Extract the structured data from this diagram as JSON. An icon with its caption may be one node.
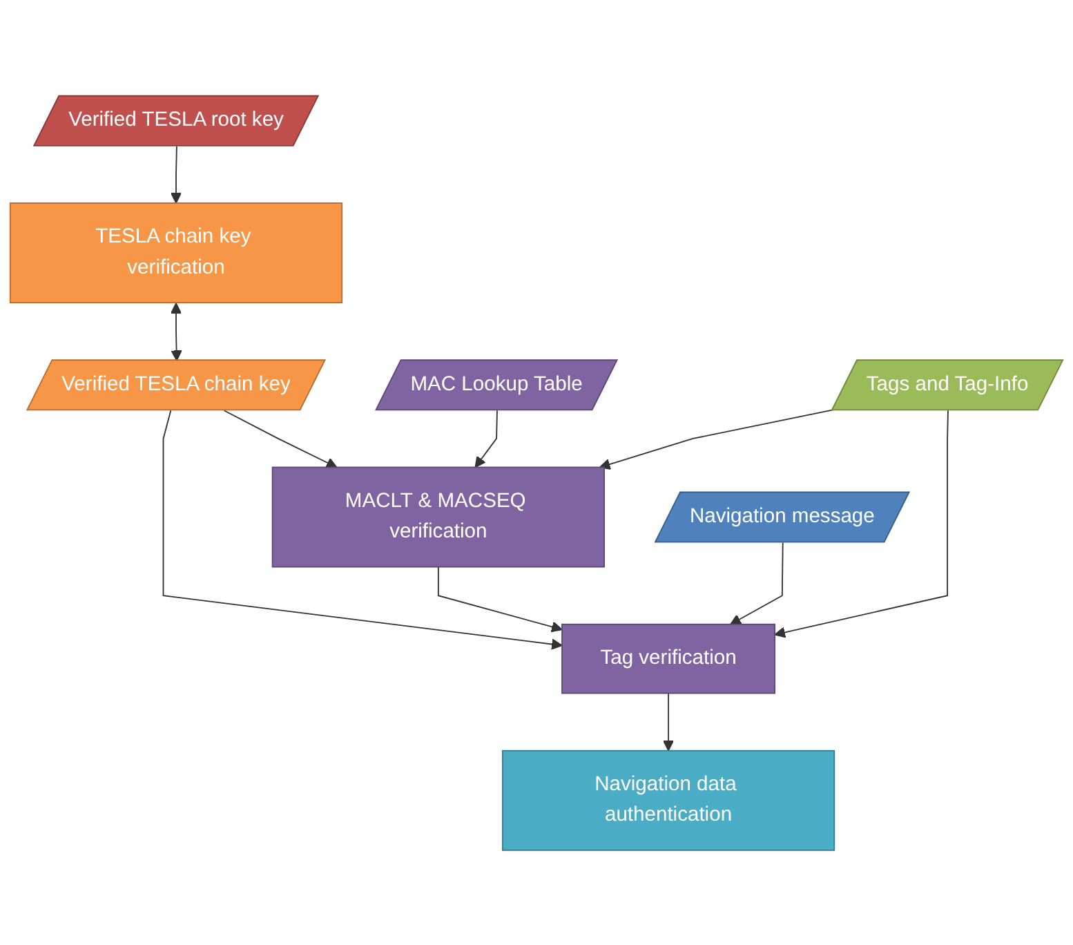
{
  "diagram": {
    "nodes": [
      {
        "text": [
          "Verified TESLA root key"
        ]
      },
      {
        "text": [
          "TESLA chain key verification"
        ]
      },
      {
        "text": [
          "Verified TESLA chain key"
        ]
      },
      {
        "text": [
          "MACLT & MACSEQ verification"
        ]
      },
      {
        "text": [
          "MAC Lookup Table"
        ]
      },
      {
        "text": [
          "Navigation message"
        ]
      },
      {
        "text": [
          "Tag verification"
        ]
      },
      {
        "text": [
          "Tags and Tag-Info"
        ]
      },
      {
        "text": [
          "Navigation data authentication"
        ]
      }
    ],
    "edges": [
      {
        "from": 0,
        "to": 1,
        "arrow": "to"
      },
      {
        "from": 1,
        "to": 2,
        "arrow": "both"
      },
      {
        "from": 2,
        "to": 3,
        "arrow": "to"
      },
      {
        "from": 2,
        "to": 6,
        "arrow": "to"
      },
      {
        "from": 3,
        "to": 6,
        "arrow": "to"
      },
      {
        "from": 4,
        "to": 3,
        "arrow": "to"
      },
      {
        "from": 5,
        "to": 6,
        "arrow": "to"
      },
      {
        "from": 7,
        "to": 6,
        "arrow": "to"
      },
      {
        "from": 7,
        "to": 3,
        "arrow": "to"
      },
      {
        "from": 6,
        "to": 8,
        "arrow": "to"
      }
    ]
  }
}
